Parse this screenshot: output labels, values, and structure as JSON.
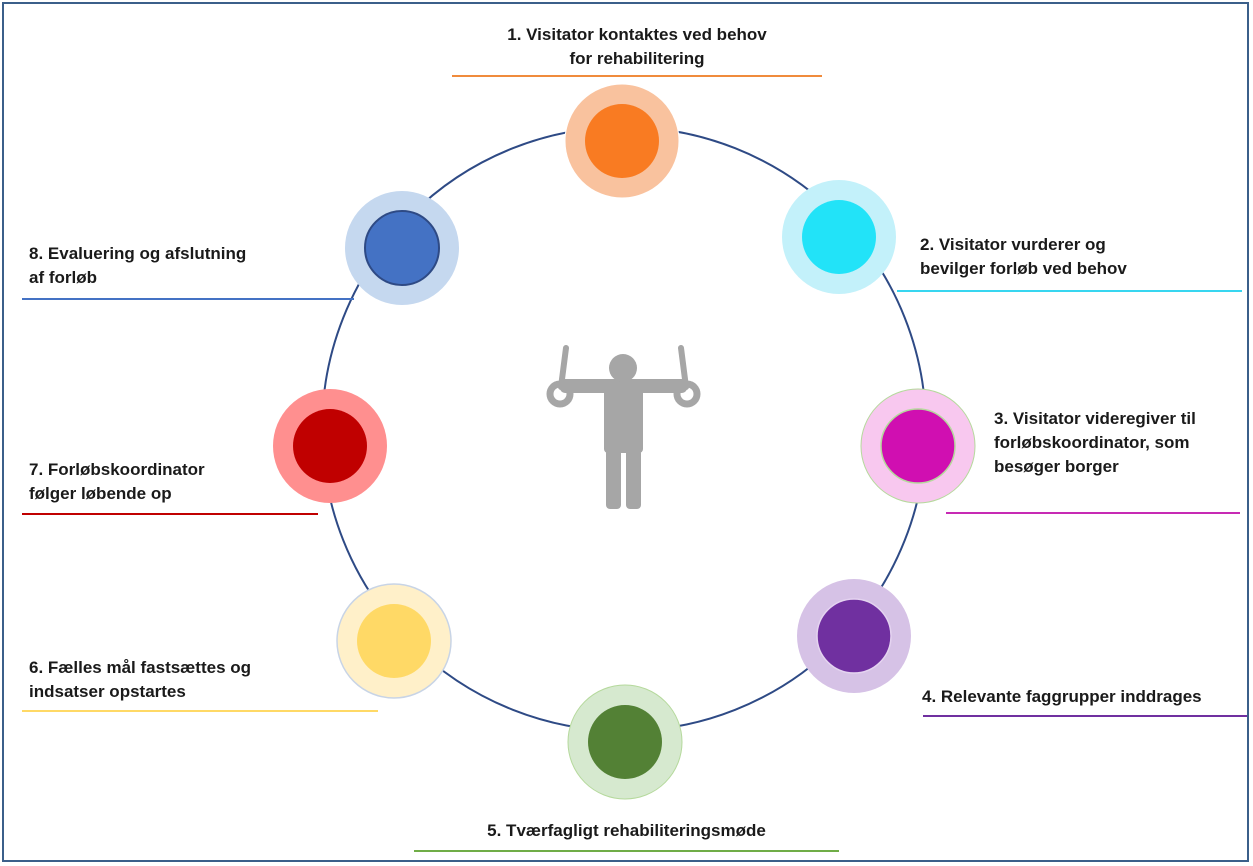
{
  "diagram": {
    "steps": [
      {
        "id": 1,
        "lines": [
          "1. Visitator kontaktes ved behov",
          "for rehabilitering"
        ],
        "outer": "#f9c29e",
        "inner": "#f97b22",
        "line": "#f08b3c"
      },
      {
        "id": 2,
        "lines": [
          "2. Visitator vurderer og",
          "bevilger forløb ved behov"
        ],
        "outer": "#c3f1fa",
        "inner": "#22e3f8",
        "line": "#38d6f0"
      },
      {
        "id": 3,
        "lines": [
          "3. Visitator videregiver til",
          "forløbskoordinator, som",
          "besøger borger"
        ],
        "outer": "#f8c8ef",
        "inner": "#d00fb1",
        "line": "#c72ab4"
      },
      {
        "id": 4,
        "lines": [
          "4. Relevante faggrupper inddrages"
        ],
        "outer": "#d6c2e6",
        "inner": "#7030a0",
        "line": "#7030a0"
      },
      {
        "id": 5,
        "lines": [
          "5. Tværfagligt rehabiliteringsmøde"
        ],
        "outer": "#d6e9cf",
        "inner": "#538135",
        "line": "#70ad47"
      },
      {
        "id": 6,
        "lines": [
          "6. Fælles mål fastsættes og",
          "indsatser opstartes"
        ],
        "outer": "#fff0c9",
        "inner": "#ffd966",
        "line": "#ffd966"
      },
      {
        "id": 7,
        "lines": [
          "7. Forløbskoordinator",
          "følger løbende op"
        ],
        "outer": "#ff8f8f",
        "inner": "#c00000",
        "line": "#c00000"
      },
      {
        "id": 8,
        "lines": [
          "8. Evaluering og afslutning",
          "af forløb"
        ],
        "outer": "#c5d8ef",
        "inner": "#4472c4",
        "line": "#4472c4"
      }
    ],
    "ring_color": "#2e4a85",
    "figure_icon": "gymnast-rings-icon",
    "figure_color": "#a6a6a6"
  }
}
